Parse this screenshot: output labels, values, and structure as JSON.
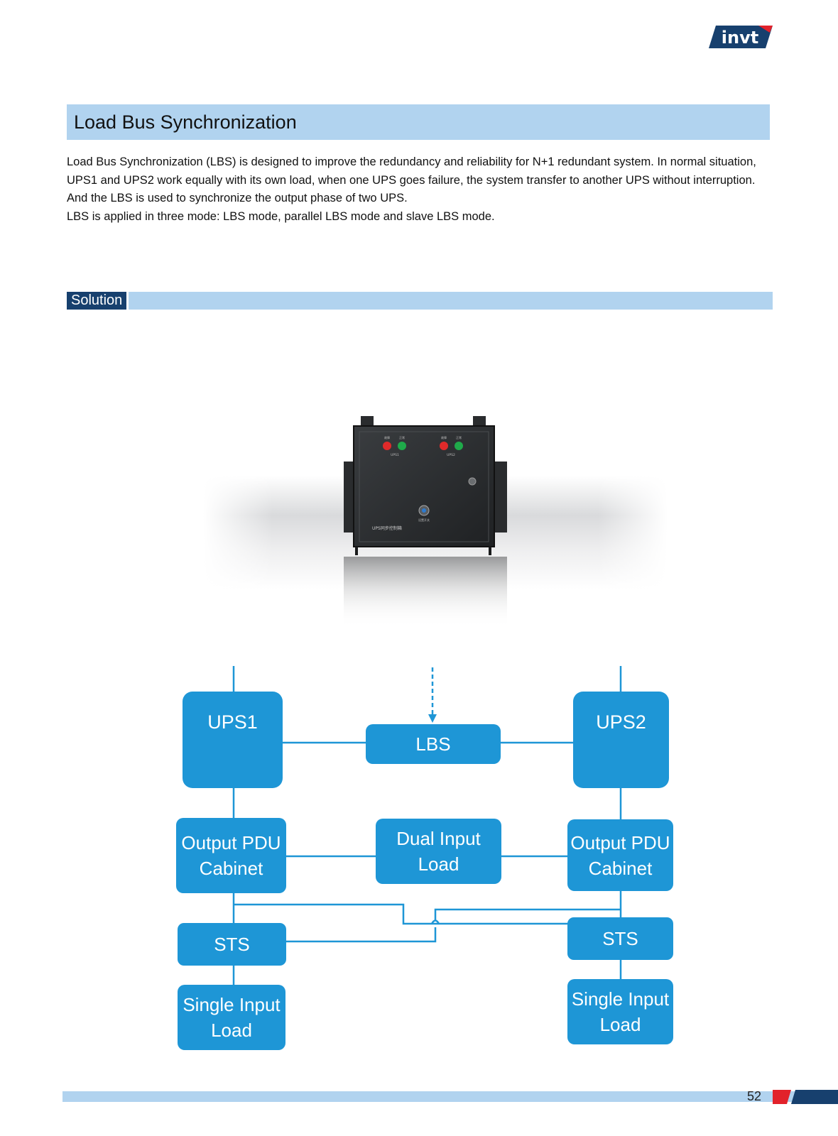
{
  "header": {
    "logo_text": "invt",
    "brand_color": "#17406e"
  },
  "page": {
    "title": "Load Bus Synchronization",
    "paragraph_1": "Load Bus Synchronization (LBS) is designed to improve the redundancy and reliability for N+1 redundant system. In normal situation, UPS1 and UPS2 work equally with its own load, when one UPS goes failure, the system transfer to another UPS without interruption. And the LBS is used to synchronize the output phase of two UPS.",
    "paragraph_2": "LBS is applied in three mode: LBS mode, parallel LBS mode and slave LBS mode.",
    "section_label": "Solution",
    "page_number": "52"
  },
  "product_panel": {
    "left_group_label": "UPS1",
    "right_group_label": "UPS2",
    "button_small_label_red": "故障",
    "button_small_label_green": "正常",
    "switch_label": "设置开关",
    "nameplate": "UPS同步控制箱"
  },
  "diagram": {
    "node_color": "#1e96d6",
    "nodes": {
      "ups1": "UPS1",
      "lbs": "LBS",
      "ups2": "UPS2",
      "pdu_left": "Output PDU\nCabinet",
      "dual_load": "Dual Input\nLoad",
      "pdu_right": "Output PDU\nCabinet",
      "sts_left": "STS",
      "sts_right": "STS",
      "single_left": "Single Input\nLoad",
      "single_right": "Single Input\nLoad"
    }
  }
}
